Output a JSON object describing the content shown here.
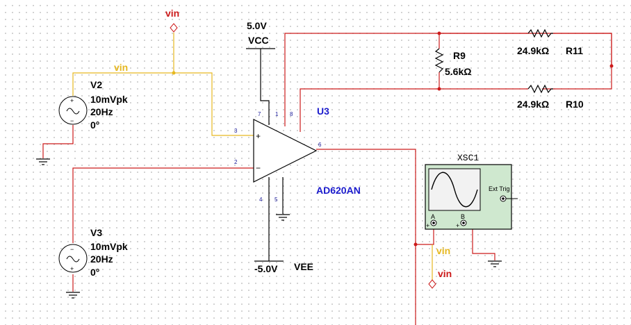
{
  "colors": {
    "wire_red": "#cc1a1a",
    "wire_yellow": "#e6b820",
    "label_blue": "#1a1acc",
    "scope_green": "#cfe8cf",
    "probe_red": "#cc1a1a"
  },
  "vin_probe_top": {
    "label": "vin"
  },
  "vin_net_label": "vin",
  "v2": {
    "ref": "V2",
    "amplitude": "10mVpk",
    "freq": "20Hz",
    "phase": "0°"
  },
  "v3": {
    "ref": "V3",
    "amplitude": "10mVpk",
    "freq": "20Hz",
    "phase": "0°"
  },
  "vcc": {
    "value": "5.0V",
    "name": "VCC"
  },
  "vee": {
    "value": "-5.0V",
    "name": "VEE"
  },
  "opamp": {
    "ref": "U3",
    "part": "AD620AN",
    "pins": {
      "p3": "3",
      "p2": "2",
      "p7": "7",
      "p1": "1",
      "p8": "8",
      "p6": "6",
      "p4": "4",
      "p5": "5"
    },
    "plus_sign": "+",
    "minus_sign": "−"
  },
  "r9": {
    "ref": "R9",
    "value": "5.6kΩ"
  },
  "r11": {
    "ref": "R11",
    "value": "24.9kΩ"
  },
  "r10": {
    "ref": "R10",
    "value": "24.9kΩ"
  },
  "scope": {
    "ref": "XSC1",
    "ext_trig": "Ext Trig",
    "channel_a": "A",
    "channel_b": "B",
    "plus": "+",
    "minus": "_"
  },
  "vin_scope_label": "vin",
  "vin_probe_bottom": {
    "label": "vin"
  }
}
